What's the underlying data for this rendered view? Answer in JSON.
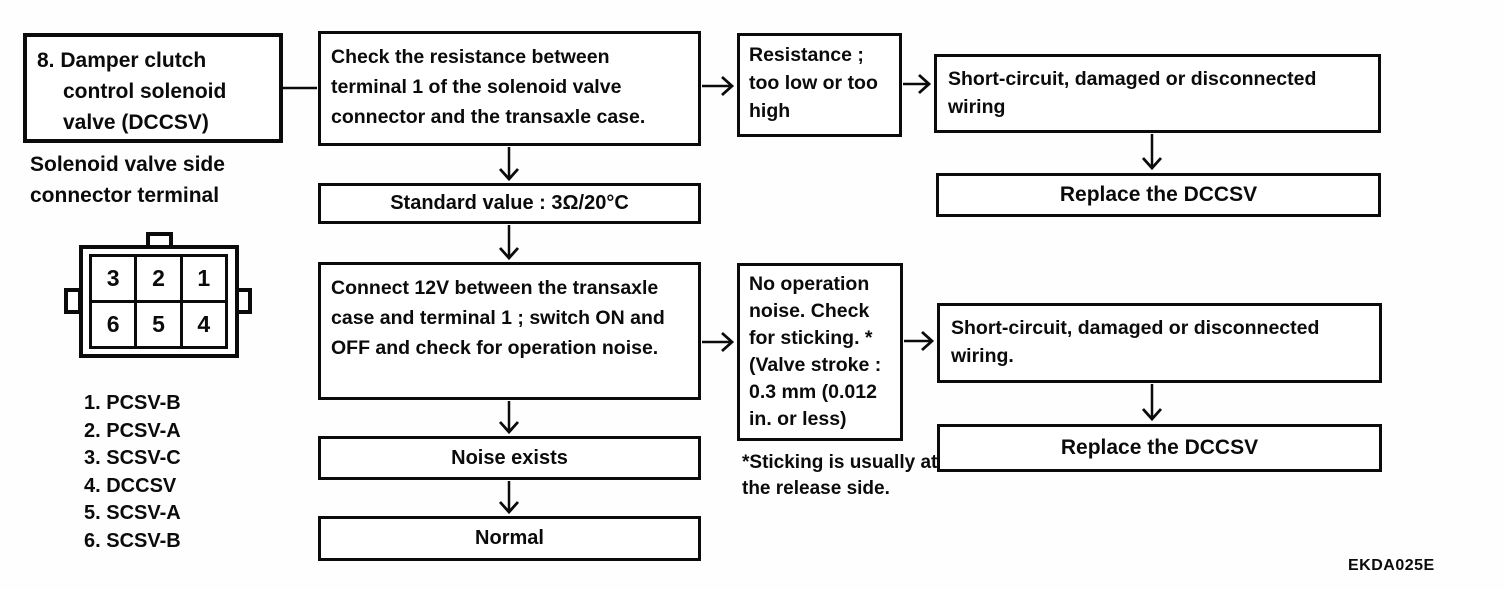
{
  "left_panel": {
    "step_title": "8. Damper clutch control solenoid valve (DCCSV)",
    "connector_caption": "Solenoid valve side connector terminal",
    "connector": {
      "terminals": [
        "3",
        "2",
        "1",
        "6",
        "5",
        "4"
      ]
    },
    "legend": [
      "1. PCSV-B",
      "2. PCSV-A",
      "3. SCSV-C",
      "4. DCCSV",
      "5. SCSV-A",
      "6. SCSV-B"
    ]
  },
  "flowchart": {
    "check_resistance": "Check the resistance between terminal 1 of the solenoid valve connector and the transaxle case.",
    "standard_value": "Standard value : 3Ω/20°C",
    "connect_12v": "Connect 12V between the transaxle case and terminal 1 ; switch ON and OFF and check for operation noise.",
    "noise_exists": "Noise exists",
    "normal": "Normal",
    "resistance_fault": "Resistance ; too low or too high",
    "no_operation_noise": "No operation noise. Check for sticking. * (Valve stroke : 0.3 mm (0.012 in. or less)",
    "short_circuit_1": "Short-circuit, damaged or disconnected wiring",
    "replace_1": "Replace the DCCSV",
    "short_circuit_2": "Short-circuit, damaged or disconnected wiring.",
    "replace_2": "Replace the DCCSV",
    "footnote": "*Sticking is usually at the release side."
  },
  "figure": {
    "code": "EKDA025E"
  }
}
